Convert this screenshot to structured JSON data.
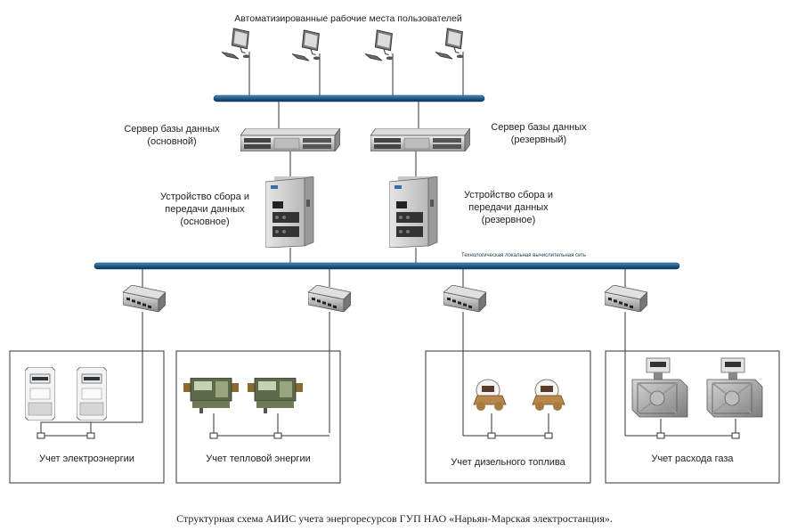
{
  "header": {
    "workstations_label": "Автоматизированные рабочие места пользователей"
  },
  "servers": {
    "main_label": "Сервер базы данных\n(основной)",
    "reserve_label": "Сервер базы данных\n(резервный)"
  },
  "usd": {
    "main_label": "Устройство сбора и\nпередачи данных\n(основное)",
    "reserve_label": "Устройство сбора и\nпередачи данных\n(резервное)"
  },
  "network": {
    "label": "Технологическая локальная вычислительная сеть",
    "color": "#1f5a8a"
  },
  "areas": [
    {
      "label": "Учет электроэнергии",
      "device": "electric-meter-icon"
    },
    {
      "label": "Учет тепловой энергии",
      "device": "heat-meter-icon"
    },
    {
      "label": "Учет дизельного топлива",
      "device": "fuel-meter-icon"
    },
    {
      "label": "Учет расхода газа",
      "device": "gas-meter-icon"
    }
  ],
  "caption": "Структурная схема АИИС учета энергоресурсов ГУП НАО «Нарьян-Марская электростанция»."
}
